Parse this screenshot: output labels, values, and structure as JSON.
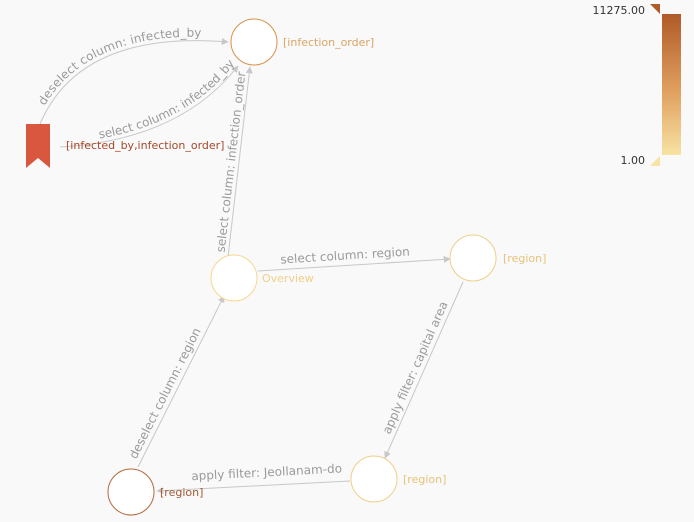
{
  "colors": {
    "background": "#f9f9f9",
    "edge": "#c8c8c8",
    "edge_label": "#9a9a9a",
    "scale_high": "#b05a28",
    "scale_low": "#f7e3a3",
    "bookmark": "#d9573f"
  },
  "legend": {
    "max_label": "11275.00",
    "min_label": "1.00"
  },
  "nodes": [
    {
      "id": "infection_order",
      "label": "[infection_order]",
      "stroke": "#d9924a",
      "label_color": "#dba466"
    },
    {
      "id": "bookmark",
      "label": "[infected_by,infection_order]",
      "shape": "bookmark-icon",
      "stroke": "#d9573f",
      "label_color": "#a8472a"
    },
    {
      "id": "overview",
      "label": "Overview",
      "stroke": "#f5d78f",
      "label_color": "#f1cf86"
    },
    {
      "id": "region_top",
      "label": "[region]",
      "stroke": "#f0cf88",
      "label_color": "#e8c27a"
    },
    {
      "id": "region_mid",
      "label": "[region]",
      "stroke": "#f0cf88",
      "label_color": "#e8c27a"
    },
    {
      "id": "region_bottom",
      "label": "[region]",
      "stroke": "#b5683a",
      "label_color": "#a35a33"
    }
  ],
  "edges": [
    {
      "id": "e1",
      "label": "deselect column: infected_by"
    },
    {
      "id": "e2",
      "label": "select column: infected_by"
    },
    {
      "id": "e3",
      "label": "select column: infection_order"
    },
    {
      "id": "e4",
      "label": "select column: region"
    },
    {
      "id": "e5",
      "label": "apply filter: capital area"
    },
    {
      "id": "e6",
      "label": "apply filter: Jeollanam-do"
    },
    {
      "id": "e7",
      "label": "deselect column: region"
    }
  ]
}
